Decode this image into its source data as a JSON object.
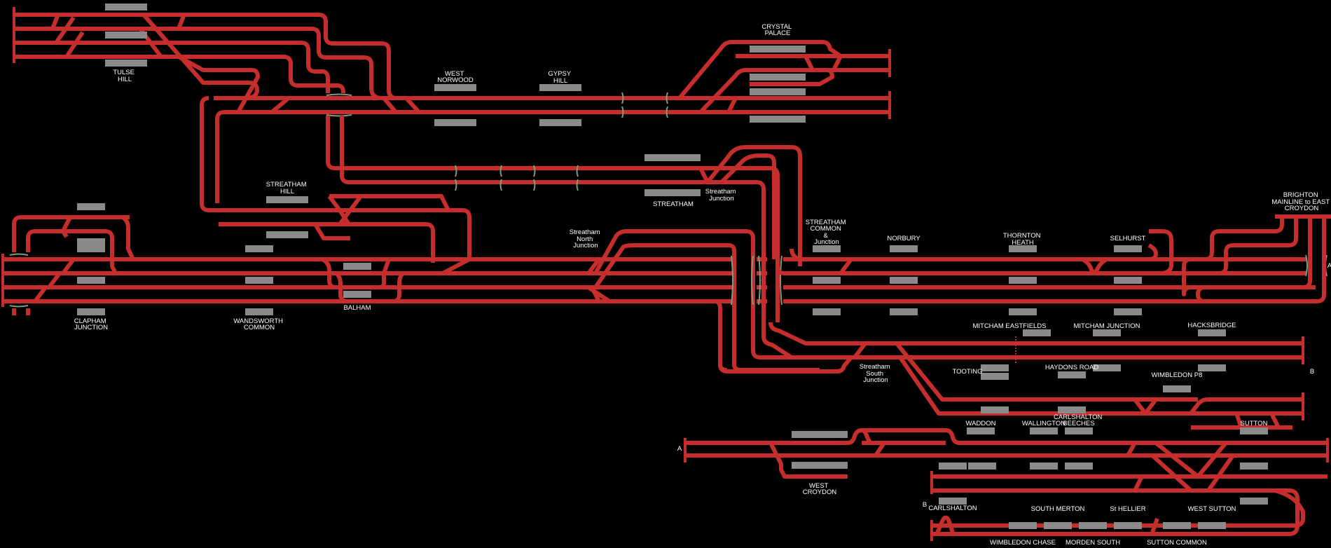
{
  "title": "Railway track schematic",
  "colors": {
    "track": "#c62d2d",
    "platform": "#8a8a8a",
    "background": "#000000",
    "insulated_joint": "#7d9c7d",
    "label": "#ffffff"
  },
  "stations": {
    "tulse_hill": [
      "TULSE",
      "HILL"
    ],
    "west_norwood": [
      "WEST",
      "NORWOOD"
    ],
    "gypsy_hill": [
      "GYPSY",
      "HILL"
    ],
    "crystal_palace": [
      "CRYSTAL",
      "PALACE"
    ],
    "streatham_hill": [
      "STREATHAM",
      "HILL"
    ],
    "streatham": [
      "STREATHAM"
    ],
    "streatham_junction": [
      "Streatham",
      "Junction"
    ],
    "streatham_north_junction": [
      "Streatham",
      "North",
      "Junction"
    ],
    "streatham_common": [
      "STREATHAM",
      "COMMON",
      "&",
      "Junction"
    ],
    "norbury": [
      "NORBURY"
    ],
    "thornton_heath": [
      "THORNTON",
      "HEATH"
    ],
    "selhurst": [
      "SELHURST"
    ],
    "brighton_mainline": [
      "BRIGHTON",
      "MAINLINE to EAST",
      "CROYDON"
    ],
    "clapham_junction": [
      "CLAPHAM",
      "JUNCTION"
    ],
    "wandsworth_common": [
      "WANDSWORTH",
      "COMMON"
    ],
    "balham": [
      "BALHAM"
    ],
    "mitcham_eastfields": [
      "MITCHAM EASTFIELDS"
    ],
    "mitcham_junction": [
      "MITCHAM JUNCTION"
    ],
    "hacksbridge": [
      "HACKSBRIDGE"
    ],
    "streatham_south_junction": [
      "Streatham",
      "South",
      "Junction"
    ],
    "tooting": [
      "TOOTING"
    ],
    "haydons_road": [
      "HAYDONS ROAD"
    ],
    "wimbledon_p8": [
      "WIMBLEDON P8"
    ],
    "waddon": [
      "WADDON"
    ],
    "wallington": [
      "WALLINGTON"
    ],
    "carshalton_beeches": [
      "CARLSHALTON",
      "BEECHES"
    ],
    "sutton": [
      "SUTTON"
    ],
    "west_croydon": [
      "WEST",
      "CROYDON"
    ],
    "carshalton": [
      "CARLSHALTON"
    ],
    "south_merton": [
      "SOUTH MERTON"
    ],
    "st_helier": [
      "St HELLIER"
    ],
    "west_sutton": [
      "WEST SUTTON"
    ],
    "wimbledon_chase": [
      "WIMBLEDON CHASE"
    ],
    "morden_south": [
      "MORDEN SOUTH"
    ],
    "sutton_common": [
      "SUTTON COMMON"
    ]
  },
  "markers": {
    "a_left": "A",
    "a_right": "A",
    "b_right": "B",
    "b_left": "B"
  }
}
